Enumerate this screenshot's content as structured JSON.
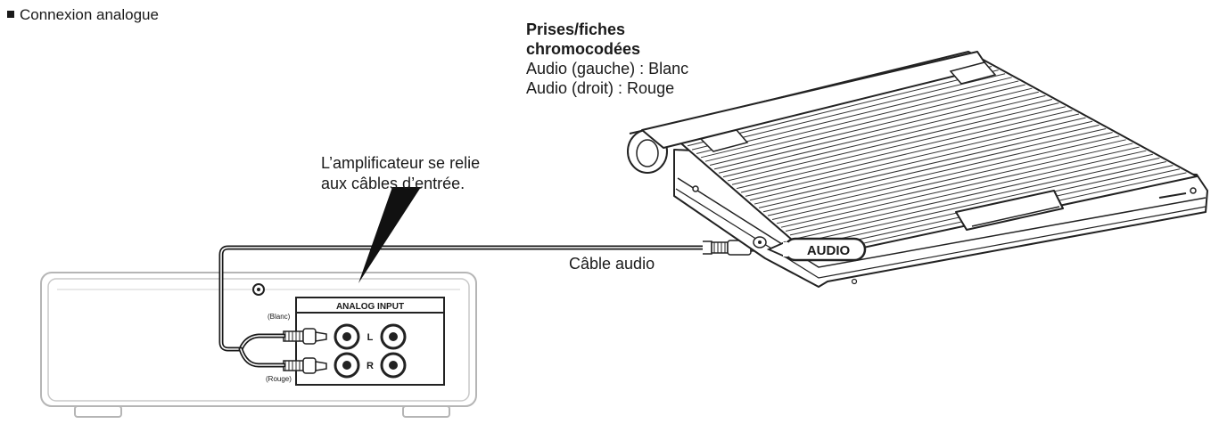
{
  "section_title": "Connexion analogue",
  "plug_info": {
    "heading_line1": "Prises/fiches",
    "heading_line2": "chromocodées",
    "left_line": "Audio (gauche) : Blanc",
    "right_line": "Audio (droit) : Rouge"
  },
  "amplifier_note": {
    "line1": "L’amplificateur se relie",
    "line2": "aux câbles d’entrée."
  },
  "cable_label": "Câble audio",
  "amplifier_panel": {
    "panel_title": "ANALOG INPUT",
    "left_channel": "L",
    "right_channel": "R",
    "white_tag": "(Blanc)",
    "red_tag": "(Rouge)"
  },
  "player": {
    "jack_label": "AUDIO"
  }
}
